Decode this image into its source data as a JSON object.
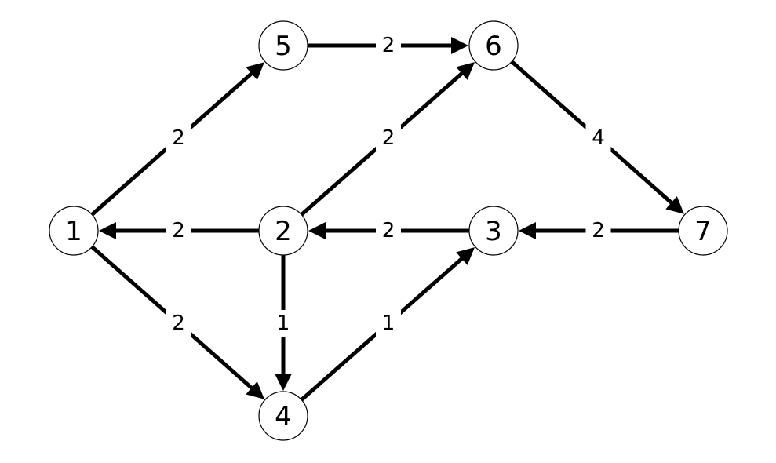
{
  "graph": {
    "nodes": [
      {
        "id": "1",
        "label": "1"
      },
      {
        "id": "2",
        "label": "2"
      },
      {
        "id": "3",
        "label": "3"
      },
      {
        "id": "4",
        "label": "4"
      },
      {
        "id": "5",
        "label": "5"
      },
      {
        "id": "6",
        "label": "6"
      },
      {
        "id": "7",
        "label": "7"
      }
    ],
    "edges": [
      {
        "from": "1",
        "to": "5",
        "weight": "2"
      },
      {
        "from": "1",
        "to": "4",
        "weight": "2"
      },
      {
        "from": "2",
        "to": "1",
        "weight": "2"
      },
      {
        "from": "2",
        "to": "6",
        "weight": "2"
      },
      {
        "from": "2",
        "to": "4",
        "weight": "1"
      },
      {
        "from": "3",
        "to": "2",
        "weight": "2"
      },
      {
        "from": "4",
        "to": "3",
        "weight": "1"
      },
      {
        "from": "5",
        "to": "6",
        "weight": "2"
      },
      {
        "from": "6",
        "to": "7",
        "weight": "4"
      },
      {
        "from": "7",
        "to": "3",
        "weight": "2"
      }
    ],
    "colors": {
      "edge": "#000000",
      "node_fill": "#ffffff",
      "node_stroke": "#000000",
      "text": "#000000"
    }
  }
}
